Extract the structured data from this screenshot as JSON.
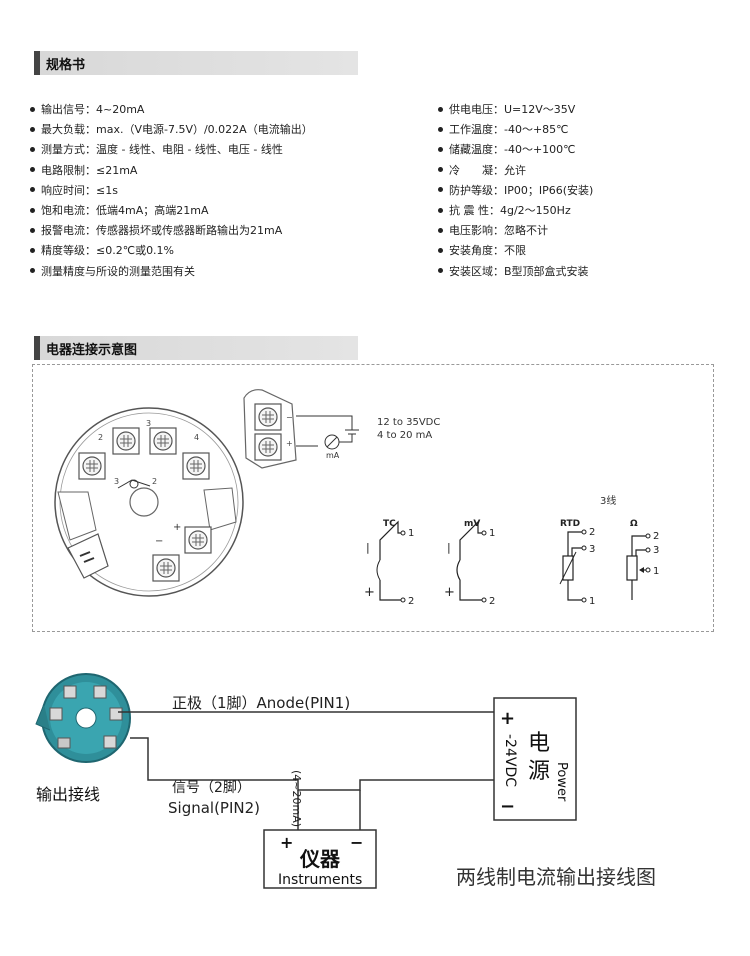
{
  "spec_section": {
    "title": "规格书",
    "left": [
      "输出信号：4~20mA",
      "最大负载：max.（V电源-7.5V）/0.022A（电流输出）",
      "测量方式：温度 - 线性、电阻 - 线性、电压 - 线性",
      "电路限制：≤21mA",
      "响应时间：≤1s",
      "饱和电流：低端4mA；高端21mA",
      "报警电流：传感器损坏或传感器断路输出为21mA",
      "精度等级：≤0.2℃或0.1%",
      "测量精度与所设的测量范围有关"
    ],
    "right": [
      "供电电压：U=12V～35V",
      "工作温度：-40～+85℃",
      "储藏温度：-40～+100℃",
      "冷　　凝：允许",
      "防护等级：IP00；IP66(安装)",
      "抗 震  性：4g/2～150Hz",
      "电压影响：忽略不计",
      "安装角度：不限",
      "安装区域：B型顶部盒式安装"
    ]
  },
  "wiring_section": {
    "title": "电器连接示意图",
    "supply_range": "12 to 35VDC",
    "current_range": "4 to 20 mA",
    "meter_unit": "mA",
    "terminal_numbers": [
      "1",
      "2",
      "3",
      "4"
    ],
    "three_wire": "3线",
    "sensors": {
      "tc": "TC",
      "mv": "mV",
      "rtd": "RTD",
      "ohm": "Ω"
    },
    "pins": {
      "p1": "1",
      "p2": "2",
      "p3": "3"
    },
    "plus": "+",
    "minus": "−"
  },
  "two_wire": {
    "anode_label": "正极（1脚）Anode(PIN1)",
    "signal_cn": "信号（2脚）",
    "signal_en": "Signal(PIN2)",
    "current_note": "(4~20mA)",
    "output_label": "输出接线",
    "supply_cn_1": "电",
    "supply_cn_2": "源",
    "supply_volt": "-24VDC",
    "supply_en": "Power",
    "instrument_cn": "仪器",
    "instrument_en": "Instruments",
    "caption": "两线制电流输出接线图",
    "plus": "+",
    "minus": "−"
  }
}
